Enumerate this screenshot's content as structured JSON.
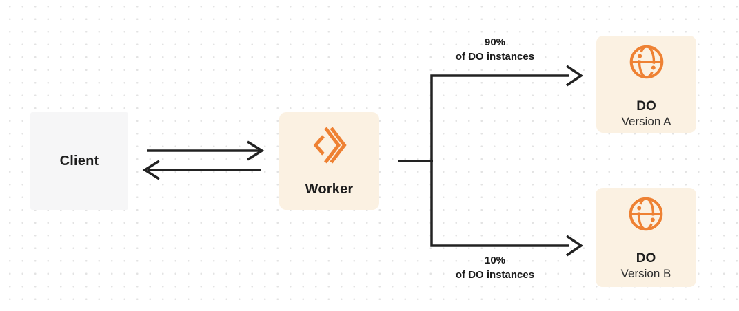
{
  "nodes": {
    "client": {
      "label": "Client"
    },
    "worker": {
      "label": "Worker",
      "icon": "workers-chevrons-icon"
    },
    "do_version_a": {
      "label": "DO",
      "sublabel": "Version A",
      "icon": "durable-object-globe-icon"
    },
    "do_version_b": {
      "label": "DO",
      "sublabel": "Version B",
      "icon": "durable-object-globe-icon"
    }
  },
  "edges": {
    "client_to_worker": {
      "type": "arrow-right"
    },
    "worker_to_client": {
      "type": "arrow-left"
    },
    "to_version_a": {
      "percent": "90%",
      "caption": "of DO instances"
    },
    "to_version_b": {
      "percent": "10%",
      "caption": "of DO instances"
    }
  },
  "colors": {
    "accent_orange": "#EE8133",
    "cream_box": "#FBF1E2",
    "gray_box": "#F6F6F7",
    "line": "#222222",
    "dot_grid": "#E3E3E3",
    "background": "#FFFFFF"
  }
}
